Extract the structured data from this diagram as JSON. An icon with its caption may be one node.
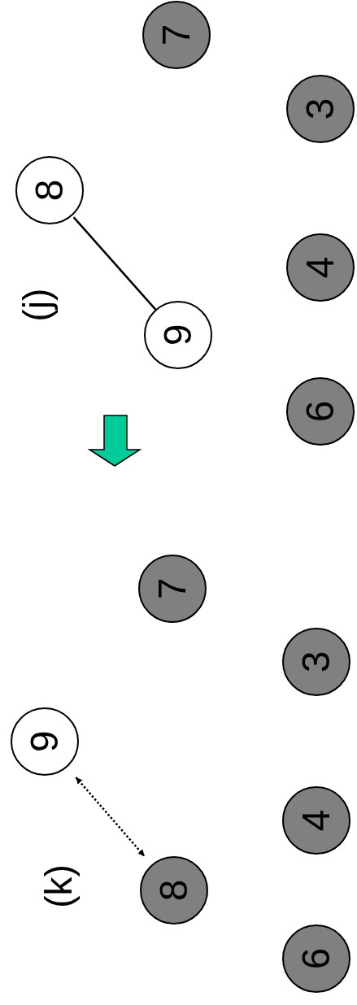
{
  "diagram": {
    "nodes": [
      {
        "text": [
          "7"
        ]
      },
      {
        "text": [
          "8"
        ]
      },
      {
        "text": [
          "3"
        ]
      },
      {
        "text": [
          "9"
        ]
      },
      {
        "text": [
          "4"
        ]
      },
      {
        "text": [
          "6"
        ]
      },
      {
        "text": [
          "7"
        ]
      },
      {
        "text": [
          "3"
        ]
      },
      {
        "text": [
          "9"
        ]
      },
      {
        "text": [
          "4"
        ]
      },
      {
        "text": [
          "8"
        ]
      },
      {
        "text": [
          "6"
        ]
      }
    ],
    "edges": [
      {
        "from": 1,
        "to": 3,
        "arrow": "none"
      },
      {
        "from": 8,
        "to": 10,
        "arrow": "both",
        "style": "dashed"
      }
    ],
    "labels": [
      "(j)",
      "(k)"
    ]
  }
}
